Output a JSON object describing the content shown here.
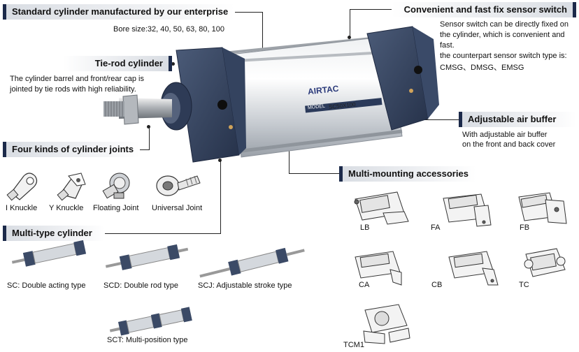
{
  "sections": {
    "standard": {
      "title": "Standard cylinder manufactured by our enterprise",
      "bore": "Bore size:32, 40, 50, 63, 80, 100"
    },
    "tierod": {
      "title": "Tie-rod cylinder",
      "desc1": "The cylinder barrel and front/rear cap is",
      "desc2": "jointed by tie rods with high reliability."
    },
    "joints": {
      "title": "Four kinds of cylinder joints",
      "items": [
        "I Knuckle",
        "Y Knuckle",
        "Floating Joint",
        "Universal Joint"
      ]
    },
    "multitype": {
      "title": "Multi-type cylinder",
      "items": [
        "SC: Double acting type",
        "SCD: Double rod type",
        "SCJ: Adjustable stroke type",
        "SCT: Multi-position type"
      ]
    },
    "sensor": {
      "title": "Convenient and fast fix sensor switch",
      "desc1": "Sensor switch can be directly fixed on",
      "desc2": "the cylinder, which is convenient and",
      "desc3": "fast.",
      "desc4": "the counterpart sensor switch type is:",
      "desc5": "CMSG、DMSG、EMSG"
    },
    "buffer": {
      "title": "Adjustable air buffer",
      "desc1": "With adjustable air buffer",
      "desc2": "on the front and back cover"
    },
    "mounting": {
      "title": "Multi-mounting accessories",
      "items": [
        "LB",
        "FA",
        "FB",
        "CA",
        "CB",
        "TC",
        "TCM1"
      ]
    }
  },
  "product": {
    "brand": "AIRTAC",
    "model_tag": "MODEL",
    "model": "SC50X100"
  },
  "colors": {
    "header_accent": "#1c2a4a",
    "endcap": "#3b4a66",
    "barrel": "#c9ced4"
  }
}
